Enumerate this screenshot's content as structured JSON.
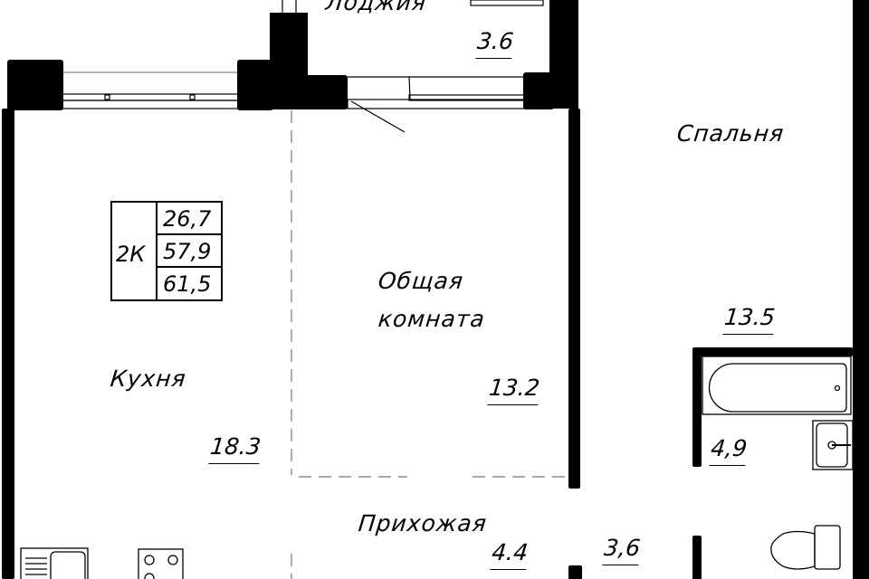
{
  "rooms": {
    "loggia": {
      "name": "Лоджия",
      "area": "3.6"
    },
    "bedroom": {
      "name": "Спальня",
      "area": "13.5"
    },
    "living": {
      "name": "Общая\nкомната",
      "name_line1": "Общая",
      "name_line2": "комната",
      "area": "13.2"
    },
    "kitchen": {
      "name": "Кухня",
      "area": "18.3"
    },
    "hall": {
      "name": "Прихожая",
      "area": "4.4"
    },
    "bathroom": {
      "area": "4,9"
    },
    "toilet_corridor": {
      "area": "3,6"
    }
  },
  "spec": {
    "type": "2К",
    "living_area": "26,7",
    "total_area": "57,9",
    "total_with_loggia": "61,5"
  },
  "colors": {
    "wall": "#000000",
    "background": "#ffffff"
  }
}
